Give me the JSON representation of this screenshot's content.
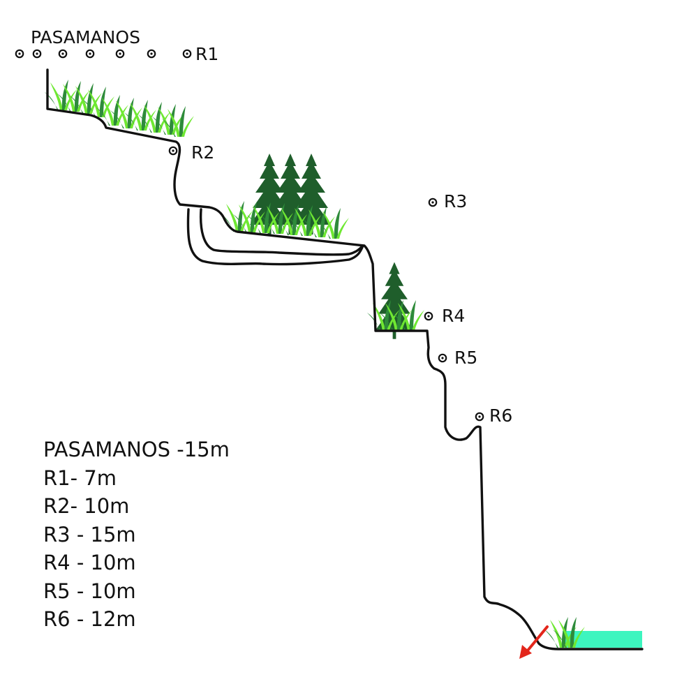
{
  "diagram": {
    "handrail_label": "PASAMANOS",
    "anchors": {
      "r1": "R1",
      "r2": "R2",
      "r3": "R3",
      "r4": "R4",
      "r5": "R5",
      "r6": "R6"
    },
    "legend": [
      "PASAMANOS -15m",
      "R1- 7m",
      "R2- 10m",
      "R3 - 15m",
      "R4 - 10m",
      "R5 - 10m",
      "R6 - 12m"
    ],
    "icons": [
      "anchor-bolt-icon",
      "pine-tree-icon",
      "grass-icon",
      "exit-arrow-icon"
    ],
    "colors": {
      "profile": "#111111",
      "pine": "#1f5e2b",
      "grass_light": "#6fe832",
      "grass_dark": "#2e8b3a",
      "pool": "#3df5bf",
      "arrow": "#e3261b"
    }
  }
}
